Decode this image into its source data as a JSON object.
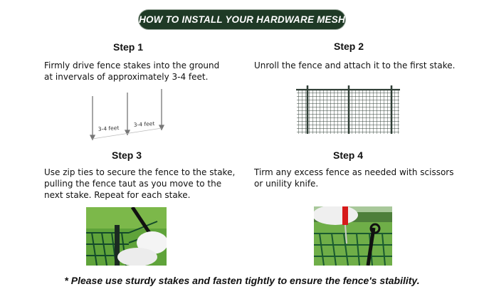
{
  "banner": {
    "title": "HOW TO INSTALL YOUR HARDWARE MESH",
    "color": "#1f3a26"
  },
  "steps": [
    {
      "title": "Step 1",
      "lines": [
        "Firmly drive fence stakes into the ground",
        "at invervals of approximately 3-4 feet."
      ],
      "diagram": {
        "labels": [
          "3-4 feet",
          "3-4 feet"
        ]
      }
    },
    {
      "title": "Step 2",
      "lines": [
        "Unroll the fence and attach it to the first stake."
      ]
    },
    {
      "title": "Step 3",
      "lines": [
        "Use zip ties to secure the fence to the stake,",
        "pulling the fence taut as you move to the",
        "next stake. Repeat for each stake."
      ]
    },
    {
      "title": "Step 4",
      "lines": [
        "Tirm any excess fence as needed with scissors",
        "or unility knife."
      ]
    }
  ],
  "footnote": "* Please use sturdy stakes and fasten tightly to ensure the fence's stability."
}
